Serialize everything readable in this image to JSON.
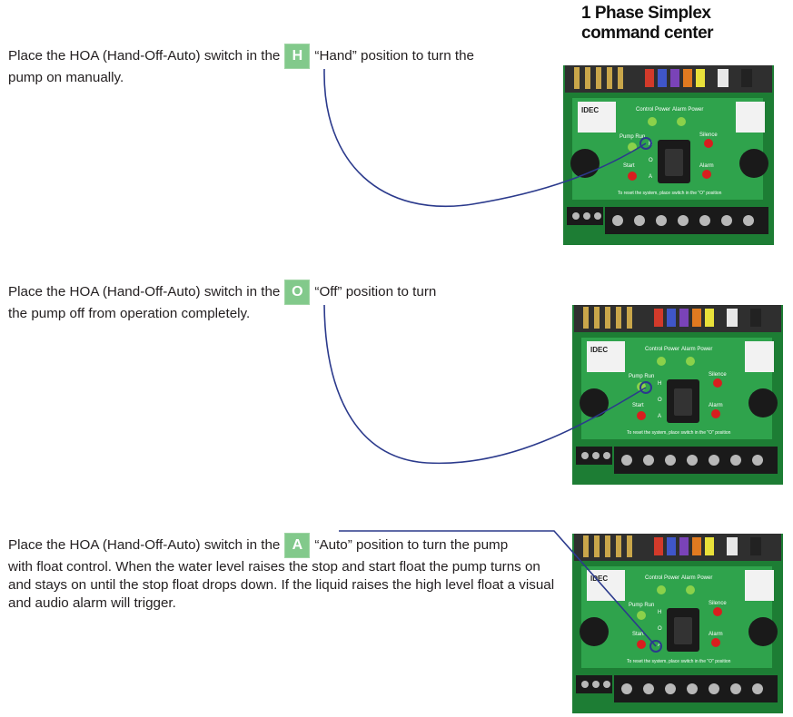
{
  "title": {
    "line1": "1 Phase Simplex",
    "line2": "command center"
  },
  "sections": [
    {
      "before": "Place the HOA (Hand-Off-Auto) switch in the",
      "badge": "H",
      "after_first_line": "“Hand” position to turn the",
      "rest": "pump on manually."
    },
    {
      "before": "Place the HOA (Hand-Off-Auto) switch in the",
      "badge": "O",
      "after_first_line": "“Off” position to turn",
      "rest": "the pump off from operation completely."
    },
    {
      "before": "Place the HOA (Hand-Off-Auto) switch in the",
      "badge": "A",
      "after_first_line": "“Auto” position to turn the pump",
      "rest": "with float control. When the water level raises the stop and start float the pump turns on and stays on until the stop float drops down. If the liquid raises the high level float a visual and audio alarm will trigger."
    }
  ],
  "board": {
    "brand": "IDEC",
    "control_power": "Control Power",
    "alarm_power": "Alarm Power",
    "pump_run": "Pump Run",
    "silence": "Silence",
    "start": "Start",
    "alarm": "Alarm",
    "hoa_h": "H",
    "hoa_o": "O",
    "hoa_a": "A",
    "footer": "To reset the system, place switch in the \"O\" position"
  },
  "colors": {
    "badge": "#82c98b",
    "board": "#1f8a3a",
    "connector_line": "#2b3a8c",
    "led_green": "#8bd14a",
    "led_red": "#d81e1e"
  }
}
